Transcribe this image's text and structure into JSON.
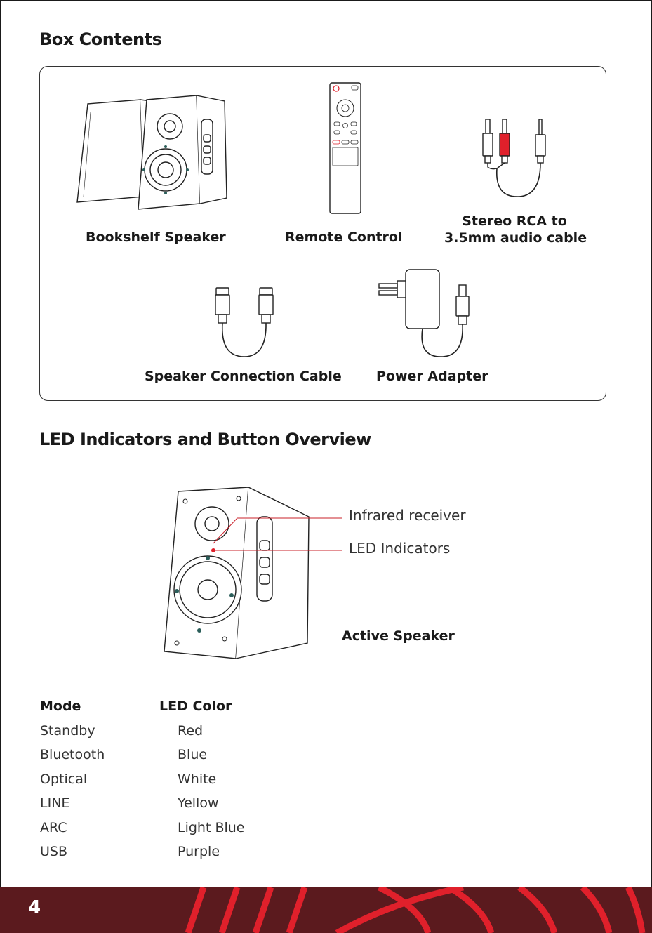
{
  "sections": {
    "box_contents": {
      "title": "Box Contents",
      "items": [
        {
          "label": "Bookshelf Speaker"
        },
        {
          "label": "Remote Control"
        },
        {
          "label_line1": "Stereo RCA to",
          "label_line2": "3.5mm audio cable"
        },
        {
          "label": "Speaker Connection Cable"
        },
        {
          "label": "Power Adapter"
        }
      ]
    },
    "led_overview": {
      "title": "LED Indicators and Button Overview",
      "callouts": [
        "Infrared receiver",
        "LED Indicators"
      ],
      "speaker_label": "Active Speaker"
    }
  },
  "led_table": {
    "headers": [
      "Mode",
      "LED Color"
    ],
    "rows": [
      [
        "Standby",
        "Red"
      ],
      [
        "Bluetooth",
        "Blue"
      ],
      [
        "Optical",
        "White"
      ],
      [
        "LINE",
        "Yellow"
      ],
      [
        "ARC",
        "Light Blue"
      ],
      [
        "USB",
        "Purple"
      ]
    ]
  },
  "footer": {
    "page_number": "4"
  },
  "colors": {
    "accent_red": "#e0202b",
    "footer_bg": "#5b1a1e",
    "callout_line": "#c9202a"
  }
}
